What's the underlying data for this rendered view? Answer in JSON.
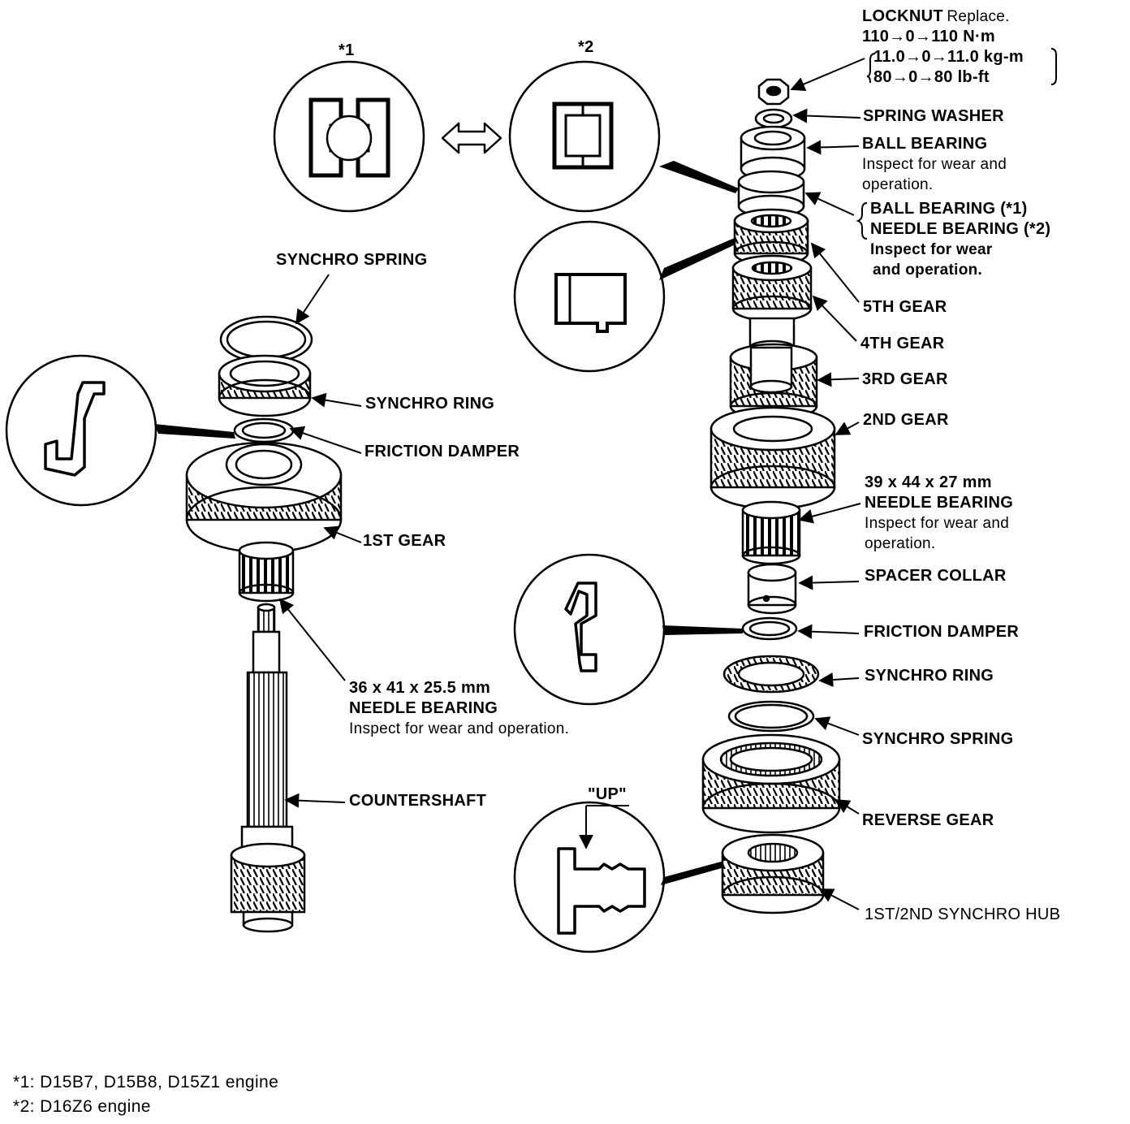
{
  "detail_markers": {
    "m1": "*1",
    "m2": "*2"
  },
  "labels": {
    "locknut": {
      "name": "LOCKNUT",
      "action": "Replace.",
      "torque_nm": "110→0→110 N·m",
      "torque_kgm": "11.0→0→11.0 kg-m",
      "torque_lbft": "80→0→80 lb-ft"
    },
    "spring_washer": "SPRING WASHER",
    "ball_bearing_top": {
      "name": "BALL BEARING",
      "note1": "Inspect for wear and",
      "note2": "operation."
    },
    "bearing_variant": {
      "line1": "BALL BEARING (*1)",
      "line2": "NEEDLE BEARING (*2)",
      "note1": "Inspect for wear",
      "note2": "and operation."
    },
    "gear5": "5TH GEAR",
    "gear4": "4TH GEAR",
    "gear3": "3RD GEAR",
    "gear2": "2ND GEAR",
    "needle_bearing_right": {
      "size": "39 x 44 x 27 mm",
      "name": "NEEDLE BEARING",
      "note1": "Inspect for wear and",
      "note2": "operation."
    },
    "spacer_collar": "SPACER COLLAR",
    "friction_damper_right": "FRICTION DAMPER",
    "synchro_ring_right": "SYNCHRO RING",
    "synchro_spring_right": "SYNCHRO SPRING",
    "reverse_gear": "REVERSE GEAR",
    "synchro_hub": "1ST/2ND SYNCHRO HUB",
    "up_marker": "\"UP\"",
    "synchro_spring_left": "SYNCHRO SPRING",
    "synchro_ring_left": "SYNCHRO RING",
    "friction_damper_left": "FRICTION DAMPER",
    "gear1": "1ST GEAR",
    "needle_bearing_left": {
      "size": "36 x 41 x 25.5 mm",
      "name": "NEEDLE BEARING",
      "note": "Inspect for wear and operation."
    },
    "countershaft": "COUNTERSHAFT"
  },
  "footnotes": {
    "f1": "*1: D15B7, D15B8, D15Z1 engine",
    "f2": "*2: D16Z6 engine"
  }
}
